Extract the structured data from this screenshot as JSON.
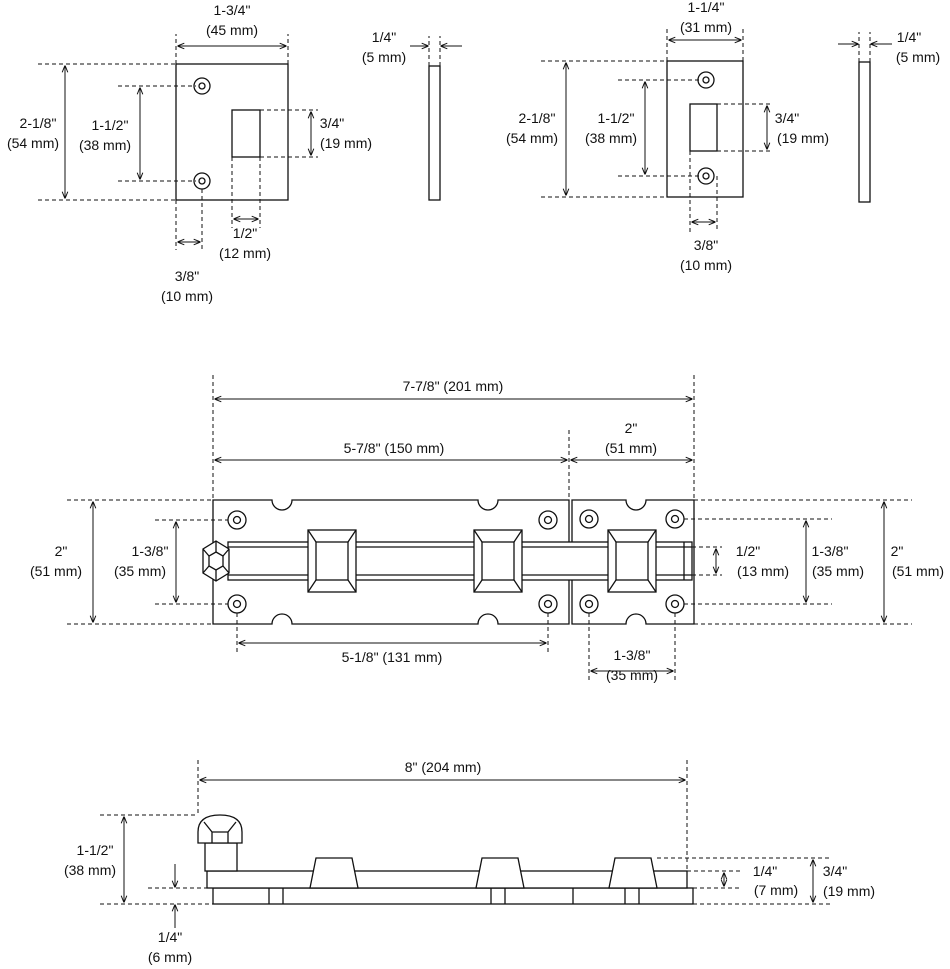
{
  "labels": {
    "kp1_width_in": "1-3/4\"",
    "kp1_width_mm": "(45 mm)",
    "kp1_thick_in": "1/4\"",
    "kp1_thick_mm": "(5 mm)",
    "kp1_height_in": "2-1/8\"",
    "kp1_height_mm": "(54 mm)",
    "kp1_holes_in": "1-1/2\"",
    "kp1_holes_mm": "(38 mm)",
    "kp1_slot_h_in": "3/4\"",
    "kp1_slot_h_mm": "(19 mm)",
    "kp1_slot_w_in": "1/2\"",
    "kp1_slot_w_mm": "(12 mm)",
    "kp1_hole_off_in": "3/8\"",
    "kp1_hole_off_mm": "(10 mm)",
    "kp2_width_in": "1-1/4\"",
    "kp2_width_mm": "(31 mm)",
    "kp2_thick_in": "1/4\"",
    "kp2_thick_mm": "(5 mm)",
    "kp2_height_in": "2-1/8\"",
    "kp2_height_mm": "(54 mm)",
    "kp2_holes_in": "1-1/2\"",
    "kp2_holes_mm": "(38 mm)",
    "kp2_slot_in": "3/4\"",
    "kp2_slot_mm": "(19 mm)",
    "kp2_hole_off_in": "3/8\"",
    "kp2_hole_off_mm": "(10 mm)",
    "bolt_total": "7-7/8\" (201 mm)",
    "bolt_body": "5-7/8\" (150 mm)",
    "bolt_keeper_in": "2\"",
    "bolt_keeper_mm": "(51 mm)",
    "bolt_h_left_in": "2\"",
    "bolt_h_left_mm": "(51 mm)",
    "bolt_holes_left_in": "1-3/8\"",
    "bolt_holes_left_mm": "(35 mm)",
    "bolt_rod_in": "1/2\"",
    "bolt_rod_mm": "(13 mm)",
    "bolt_holes_right_in": "1-3/8\"",
    "bolt_holes_right_mm": "(35 mm)",
    "bolt_h_right_in": "2\"",
    "bolt_h_right_mm": "(51 mm)",
    "bolt_hole_span": "5-1/8\" (131 mm)",
    "bolt_keeper_holes_in": "1-3/8\"",
    "bolt_keeper_holes_mm": "(35 mm)",
    "side_total": "8\" (204 mm)",
    "side_height_in": "1-1/2\"",
    "side_height_mm": "(38 mm)",
    "side_plate_in": "1/4\"",
    "side_plate_mm": "(6 mm)",
    "side_guide_in": "1/4\"",
    "side_guide_mm": "(7 mm)",
    "side_guide_total_in": "3/4\"",
    "side_guide_total_mm": "(19 mm)"
  }
}
